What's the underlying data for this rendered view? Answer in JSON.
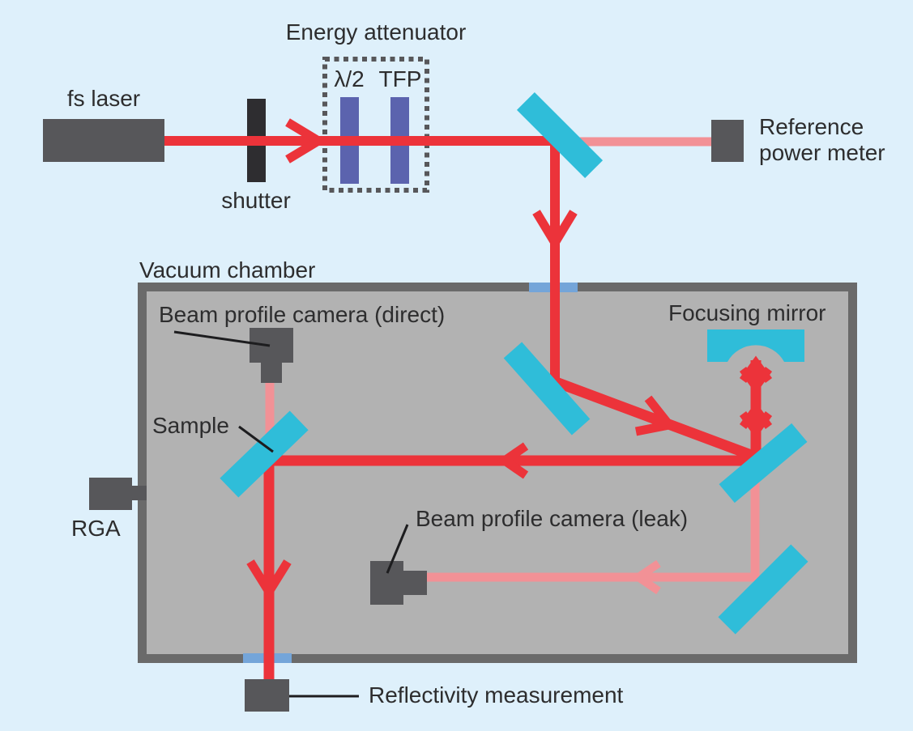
{
  "labels": {
    "fs_laser": "fs laser",
    "shutter": "shutter",
    "energy_attenuator": "Energy attenuator",
    "half_wave_plate": "λ/2",
    "tfp": "TFP",
    "reference_power_meter": {
      "line1": "Reference",
      "line2": "power meter"
    },
    "vacuum_chamber": "Vacuum chamber",
    "beam_profile_camera_direct": "Beam profile camera (direct)",
    "focusing_mirror": "Focusing mirror",
    "sample": "Sample",
    "rga": "RGA",
    "beam_profile_camera_leak": "Beam profile camera (leak)",
    "reflectivity_measurement": "Reflectivity measurement"
  },
  "colors": {
    "bg": "#def0fb",
    "ink": "#2d2d2e",
    "beam_red": "#ec333a",
    "beam_pink": "#f29196",
    "mirror_cyan": "#2fbdd9",
    "component_dark": "#57575a",
    "shutter_dark": "#2e2d30",
    "chamber_border": "#6a6a6a",
    "chamber_fill": "#b2b2b2",
    "window_blue": "#74a5d9",
    "pointer": "#1d1d1f"
  }
}
